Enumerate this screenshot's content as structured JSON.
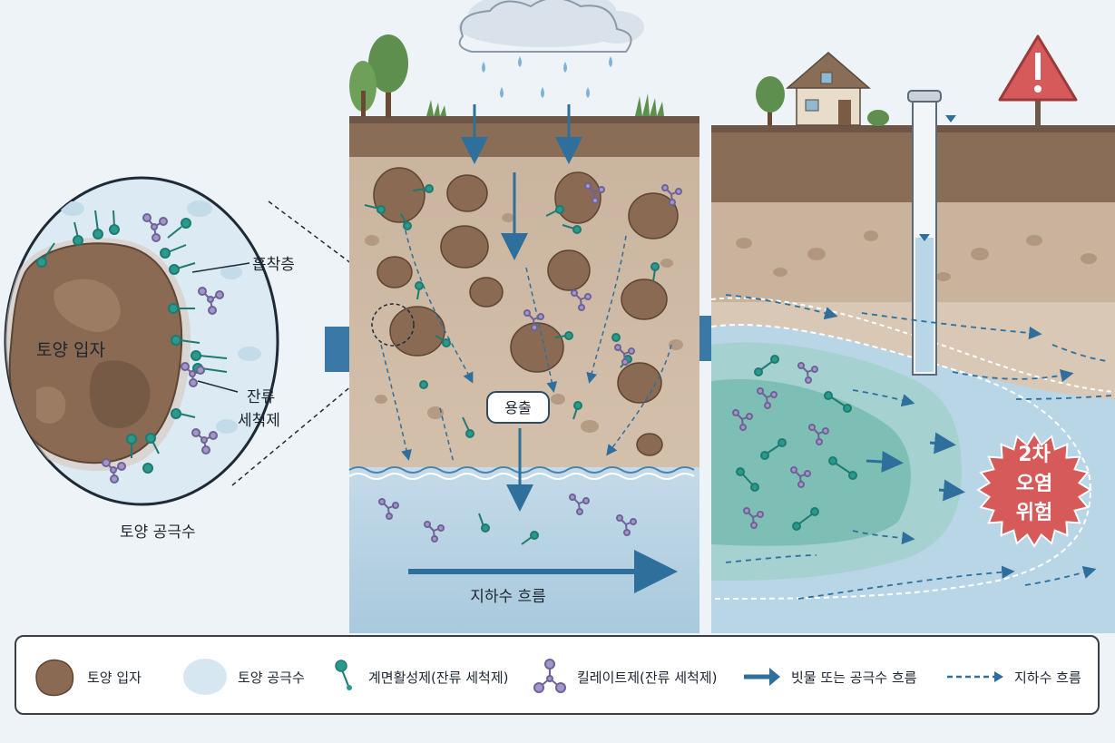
{
  "callouts": {
    "adsorption_layer": "흡착층",
    "soil_particle": "토양 입자",
    "residual_detergent_line1": "잔류",
    "residual_detergent_line2": "세척제",
    "soil_pore_water": "토양 공극수",
    "leaching": "용출",
    "groundwater_flow": "지하수 흐름",
    "secondary_pollution_line1": "2차",
    "secondary_pollution_line2": "오염",
    "secondary_pollution_line3": "위험"
  },
  "legend": {
    "items": [
      {
        "icon": "soil-particle-icon",
        "label": "토양 입자"
      },
      {
        "icon": "pore-water-icon",
        "label": "토양 공극수"
      },
      {
        "icon": "surfactant-molecule-icon",
        "label": "계면활성제(잔류 세척제)"
      },
      {
        "icon": "chelating-agent-icon",
        "label": "킬레이트제(잔류 세척제)"
      },
      {
        "icon": "solid-arrow-icon",
        "label": "빗물 또는 공극수 흐름"
      },
      {
        "icon": "dashed-arrow-icon",
        "label": "지하수 흐름"
      }
    ]
  },
  "colors": {
    "soil": "#8a6a52",
    "pore_water": "#cfe1ee",
    "surfactant": "#2a9a8e",
    "chelator": "#8d7fb4",
    "flow_arrow": "#2f6f9c",
    "warning_red": "#d65a5a",
    "groundwater": "#b9d6e6"
  }
}
